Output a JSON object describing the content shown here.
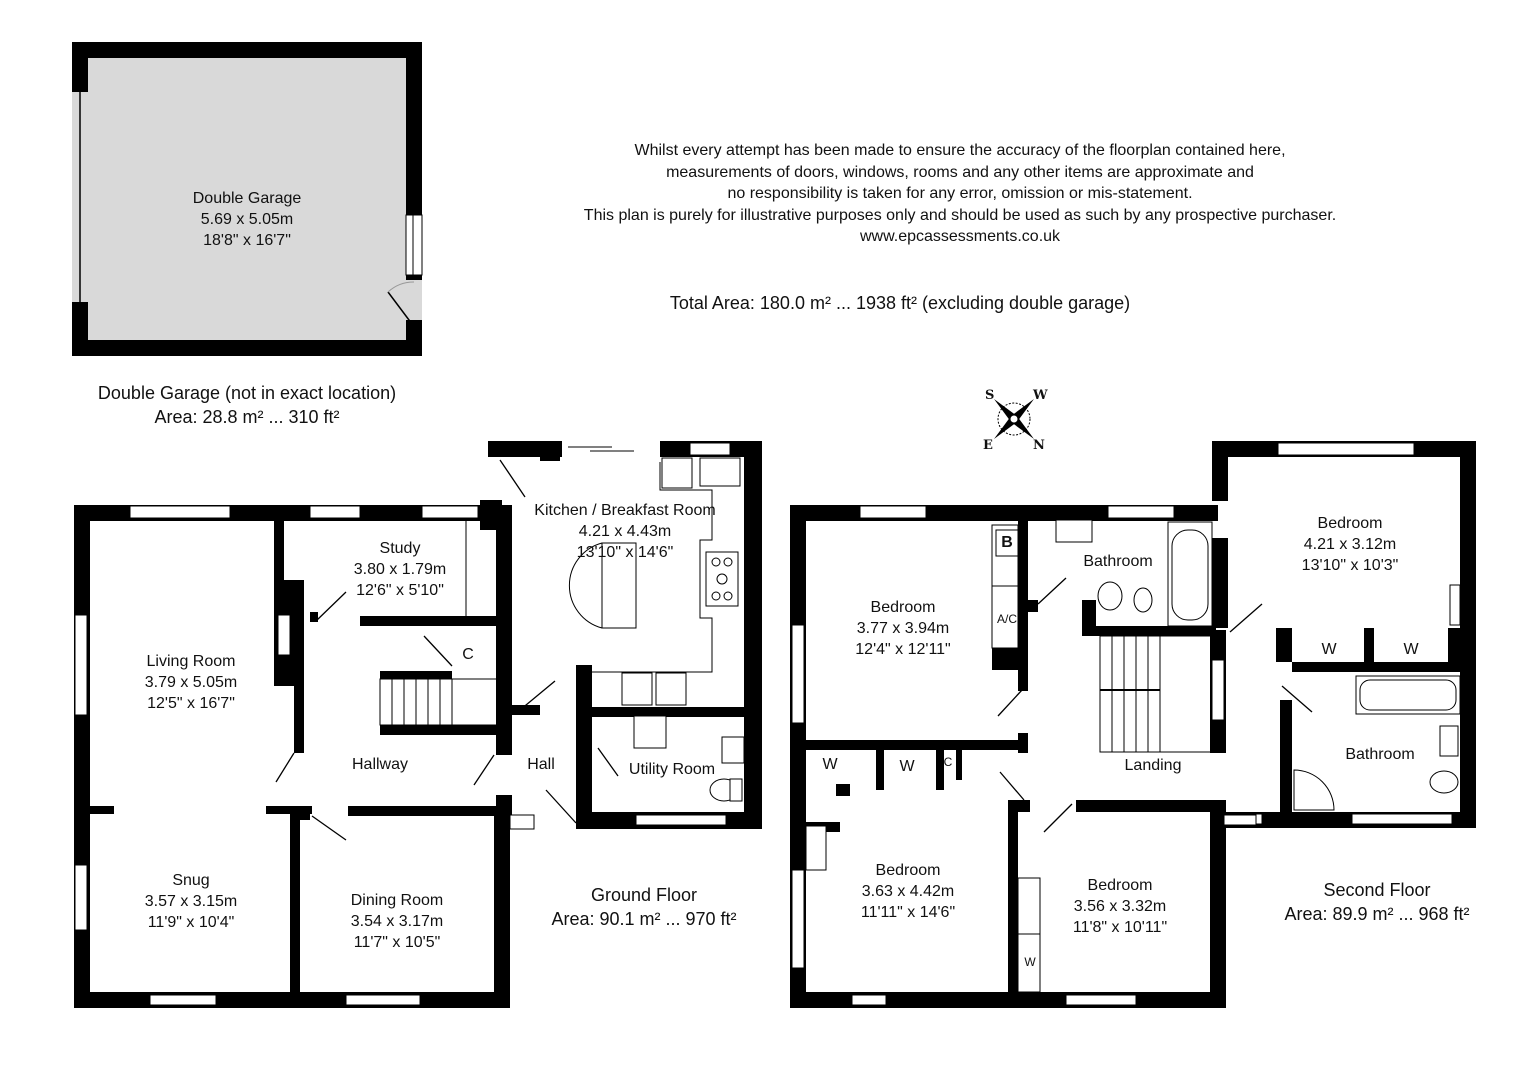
{
  "disclaimer": {
    "lines": [
      "Whilst every attempt has been made to ensure the accuracy of the floorplan contained here,",
      "measurements of doors, windows, rooms and any other items are approximate and",
      "no responsibility is taken for any error, omission or mis-statement.",
      "This plan is purely for illustrative purposes only and should be used as such by any prospective purchaser.",
      "www.epcassessments.co.uk"
    ]
  },
  "total_area": "Total Area: 180.0 m² ... 1938 ft² (excluding double garage)",
  "garage": {
    "name": "Double Garage",
    "metric": "5.69 x 5.05m",
    "imperial": "18'8\" x 16'7\"",
    "caption": "Double Garage (not in exact location)",
    "area": "Area: 28.8 m² ... 310 ft²",
    "fill": "#d9d9d9"
  },
  "compass": {
    "s": "S",
    "w": "W",
    "e": "E",
    "n": "N"
  },
  "ground_floor": {
    "title": "Ground Floor",
    "area": "Area: 90.1 m² ... 970 ft²",
    "rooms": {
      "living": {
        "name": "Living Room",
        "metric": "3.79 x 5.05m",
        "imperial": "12'5\" x 16'7\""
      },
      "study": {
        "name": "Study",
        "metric": "3.80 x 1.79m",
        "imperial": "12'6\" x 5'10\""
      },
      "kitchen": {
        "name": "Kitchen / Breakfast Room",
        "metric": "4.21 x 4.43m",
        "imperial": "13'10\" x 14'6\""
      },
      "hallway": {
        "name": "Hallway"
      },
      "hall": {
        "name": "Hall"
      },
      "utility": {
        "name": "Utility Room"
      },
      "snug": {
        "name": "Snug",
        "metric": "3.57 x 3.15m",
        "imperial": "11'9\" x 10'4\""
      },
      "dining": {
        "name": "Dining Room",
        "metric": "3.54 x 3.17m",
        "imperial": "11'7\" x 10'5\""
      },
      "cupboard": {
        "name": "C"
      }
    }
  },
  "second_floor": {
    "title": "Second Floor",
    "area": "Area: 89.9 m² ... 968 ft²",
    "rooms": {
      "bedroom1": {
        "name": "Bedroom",
        "metric": "3.77 x 3.94m",
        "imperial": "12'4\" x 12'11\""
      },
      "bathroom1": {
        "name": "Bathroom"
      },
      "bedroom2": {
        "name": "Bedroom",
        "metric": "4.21 x 3.12m",
        "imperial": "13'10\" x 10'3\""
      },
      "bathroom2": {
        "name": "Bathroom"
      },
      "landing": {
        "name": "Landing"
      },
      "bedroom3": {
        "name": "Bedroom",
        "metric": "3.63 x 4.42m",
        "imperial": "11'11\" x 14'6\""
      },
      "bedroom4": {
        "name": "Bedroom",
        "metric": "3.56 x 3.32m",
        "imperial": "11'8\" x 10'11\""
      }
    },
    "tags": {
      "boiler": "B",
      "airing": "A/C",
      "wardrobe": "W",
      "cupboard": "C"
    }
  }
}
